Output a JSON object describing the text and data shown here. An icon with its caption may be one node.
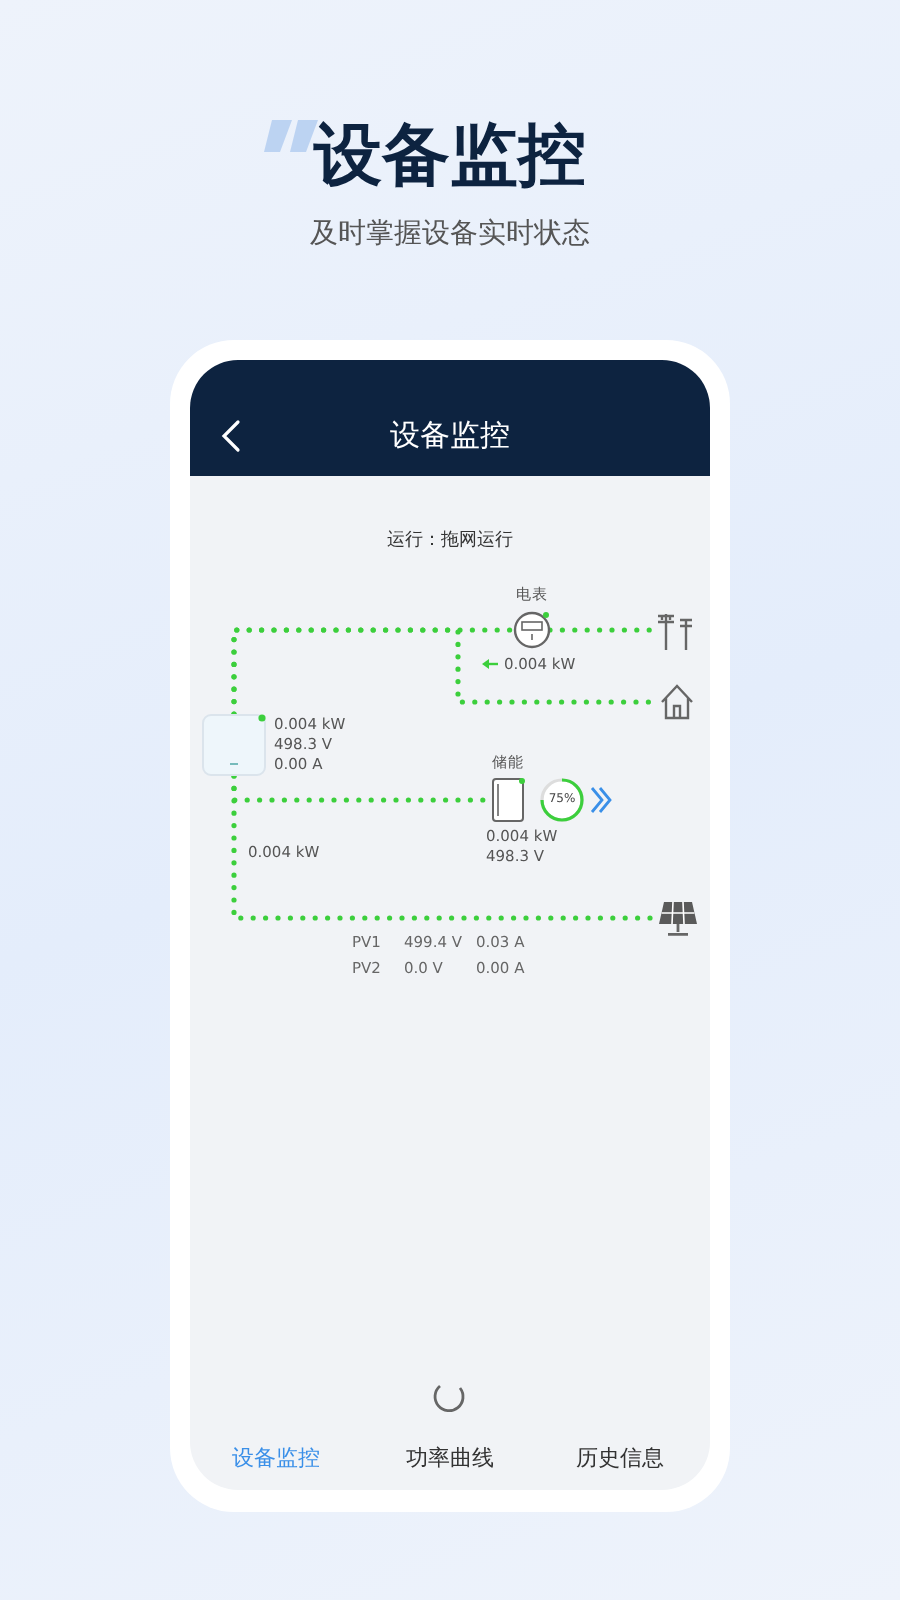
{
  "diagram": {
    "title": "设备监控",
    "nodes": [
      {
        "text": [],
        "shape": "picture",
        "beside": [
          "0.004 kW",
          "498.3 V",
          "0.00 A"
        ]
      },
      {
        "text": [],
        "shape": "picture",
        "beside": [
          "电表",
          "0.004 kW"
        ]
      },
      {
        "text": [],
        "shape": "picture"
      },
      {
        "text": [],
        "shape": "picture"
      },
      {
        "text": [],
        "shape": "picture",
        "beside": [
          "储能",
          "0.004 kW",
          "498.3 V"
        ]
      },
      {
        "text": [
          "75%"
        ]
      },
      {
        "text": [],
        "shape": "picture"
      }
    ],
    "edges": [
      {
        "from": 0,
        "to": 1,
        "arrow": "none",
        "style": "dashed"
      },
      {
        "from": 1,
        "to": 2,
        "arrow": "none",
        "style": "dashed"
      },
      {
        "from": 0,
        "to": 3,
        "arrow": "none",
        "style": "dashed"
      },
      {
        "from": 0,
        "to": 4,
        "arrow": "none",
        "style": "dashed"
      },
      {
        "from": 0,
        "to": 6,
        "arrow": "none",
        "style": "dashed",
        "label": "0.004 kW"
      }
    ],
    "labels": [
      "及时掌握设备实时状态",
      "设备监控",
      "运行：拖网运行",
      "PV1",
      "499.4 V",
      "0.03 A",
      "PV2",
      "0.0 V",
      "0.00 A",
      "设备监控",
      "功率曲线",
      "历史信息"
    ]
  }
}
